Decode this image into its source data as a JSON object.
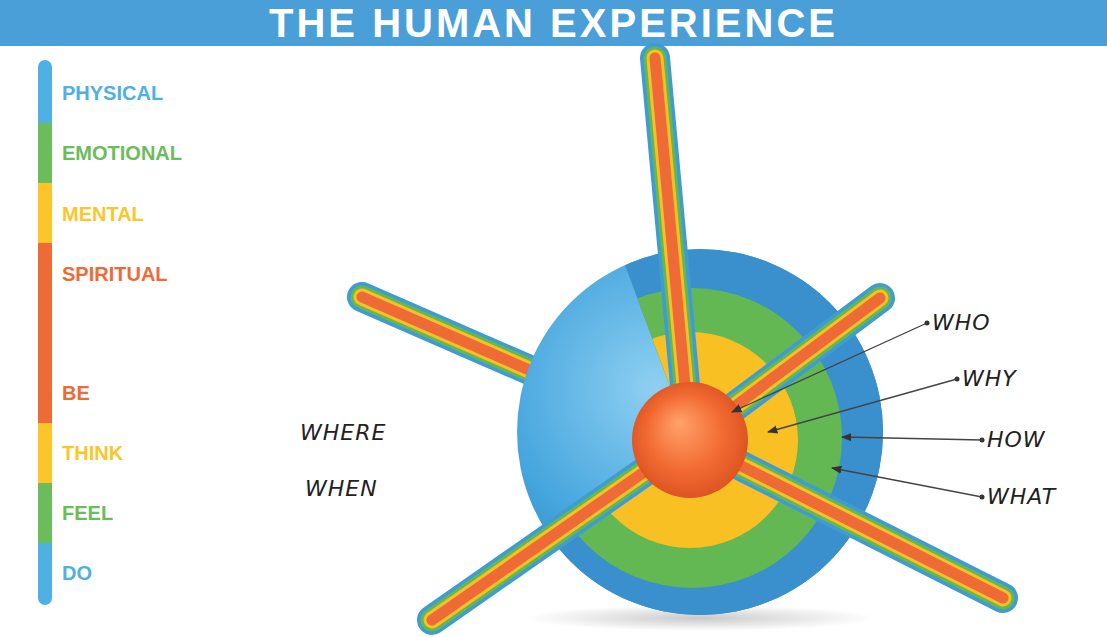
{
  "diagram": {
    "title": "THE HUMAN EXPERIENCE",
    "labels": [
      "WHERE",
      "WHEN",
      "WHO",
      "WHY",
      "HOW",
      "WHAT"
    ],
    "legend": [
      {
        "text": "PHYSICAL",
        "color": "#4fb0e3"
      },
      {
        "text": "EMOTIONAL",
        "color": "#6abd5a"
      },
      {
        "text": "MENTAL",
        "color": "#fcc62a"
      },
      {
        "text": "SPIRITUAL",
        "color": "#ee6a36"
      },
      {
        "text": "BE",
        "color": "#ee6a36"
      },
      {
        "text": "THINK",
        "color": "#fcc62a"
      },
      {
        "text": "FEEL",
        "color": "#6abd5a"
      },
      {
        "text": "DO",
        "color": "#4fb0e3"
      }
    ]
  }
}
